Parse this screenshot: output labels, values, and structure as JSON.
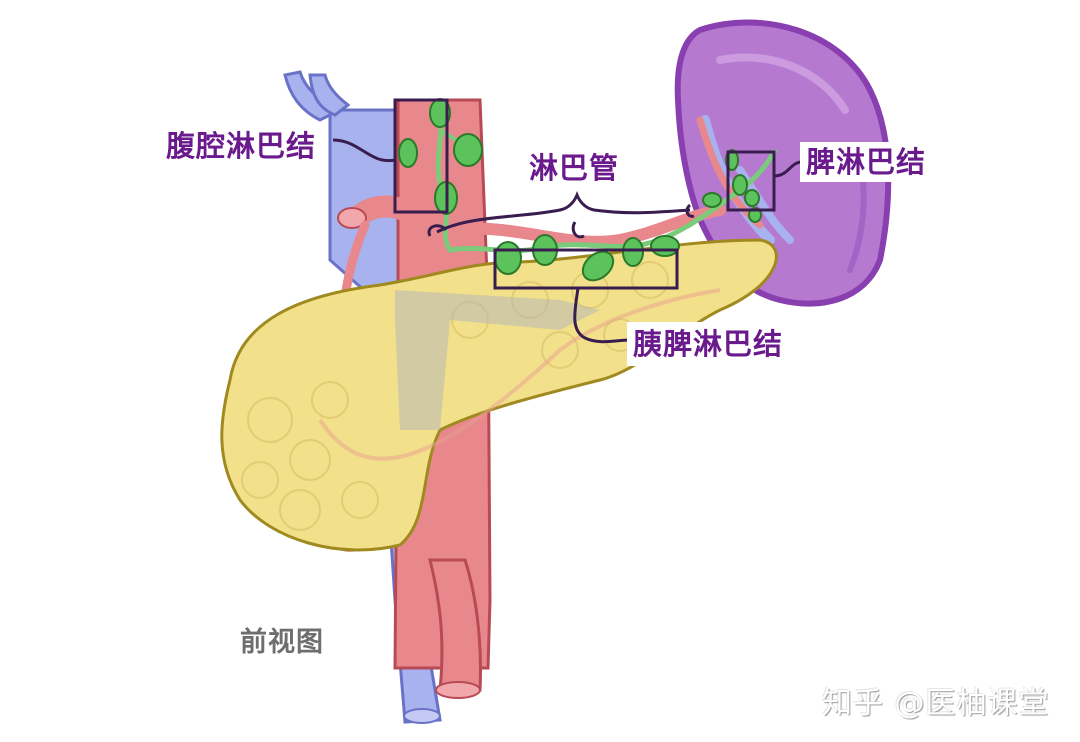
{
  "diagram": {
    "title": "前视图",
    "view": "前视图",
    "labels": {
      "celiac_nodes": "腹腔淋巴结",
      "lymph_vessels": "淋巴管",
      "splenic_nodes": "脾淋巴结",
      "pancreaticosplenic_nodes": "胰脾淋巴结"
    },
    "watermark": "知乎 @医柚课堂",
    "structures": [
      "spleen",
      "pancreas",
      "aorta",
      "inferior vena cava",
      "celiac trunk",
      "splenic artery",
      "splenic vein",
      "lymph nodes",
      "lymph vessels"
    ],
    "colors": {
      "label_text": "#6a1a8c",
      "bracket": "#3a1d4f",
      "spleen": "#b57ad0",
      "spleen_outline": "#8a3fb0",
      "pancreas": "#f2e08a",
      "pancreas_outline": "#a08a20",
      "artery": "#e8888c",
      "artery_outline": "#b84a55",
      "vein": "#a8b2ee",
      "vein_outline": "#6a72c8",
      "lymph_node": "#5cc25c",
      "lymph_node_outline": "#2a7a2a",
      "view_label": "#6e6e6e"
    }
  }
}
